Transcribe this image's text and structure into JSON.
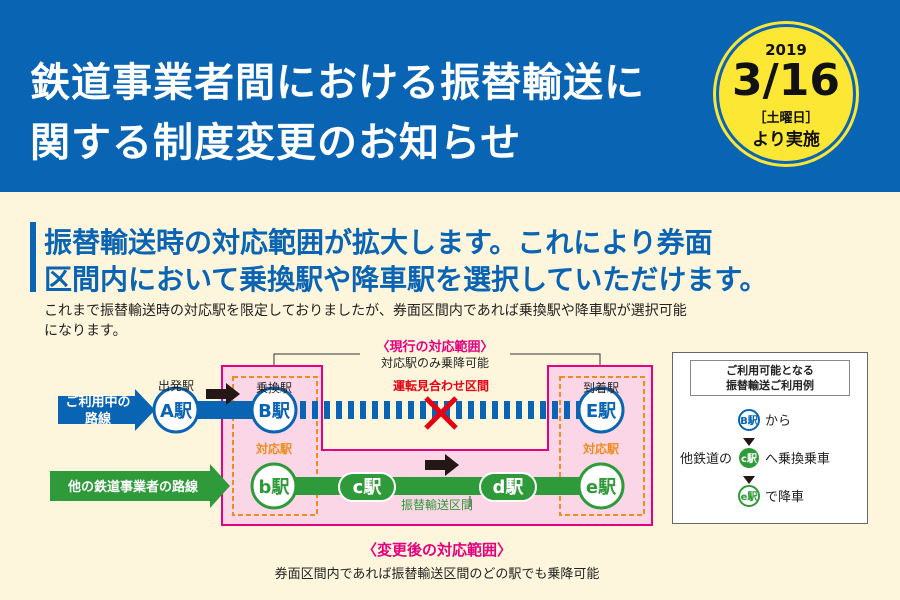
{
  "banner": {
    "title_line1": "鉄道事業者間における振替輸送に",
    "title_line2": "関する制度変更のお知らせ",
    "badge": {
      "year": "2019",
      "date": "3/16",
      "day": "［土曜日］",
      "start": "より実施"
    }
  },
  "lead": {
    "line1": "振替輸送時の対応範囲が拡大します。これにより券面",
    "line2": "区間内において乗換駅や降車駅を選択していただけます。"
  },
  "body": {
    "line1": "これまで振替輸送時の対応駅を限定しておりましたが、券面区間内であれば乗換駅や降車駅が選択可能",
    "line2": "になります。"
  },
  "diagram": {
    "current_range_label": "〈現行の対応範囲〉",
    "current_range_note": "対応駅のみ乗降可能",
    "new_range_label": "〈変更後の対応範囲〉",
    "new_range_note": "券面区間内であれば振替輸送区間のどの駅でも乗降可能",
    "user_route_label_1": "ご利用中の",
    "user_route_label_2": "路線",
    "other_route_label": "他の鉄道事業者の路線",
    "departure_label": "出発駅",
    "transfer_label": "乗換駅",
    "arrival_label": "到着駅",
    "suspended_label": "運転見合わせ区間",
    "transfer_section_label": "振替輸送区間",
    "corresponding_station_label": "対応駅",
    "stations": {
      "A": "A駅",
      "B": "B駅",
      "E": "E駅",
      "b": "b駅",
      "c": "c駅",
      "d": "d駅",
      "e": "e駅"
    },
    "colors": {
      "user_line": "#0a64b4",
      "other_line": "#2e9a3a",
      "suspended": "#e60012",
      "range": "#e4007f",
      "dashed": "#f08c1e"
    }
  },
  "legend": {
    "title_line1": "ご利用可能となる",
    "title_line2": "振替輸送ご利用例",
    "step1_station": "B駅",
    "step1_text": "から",
    "step2_prefix": "他鉄道の",
    "step2_station": "c駅",
    "step2_text": "へ乗換乗車",
    "step3_station": "e駅",
    "step3_text": "で降車"
  }
}
